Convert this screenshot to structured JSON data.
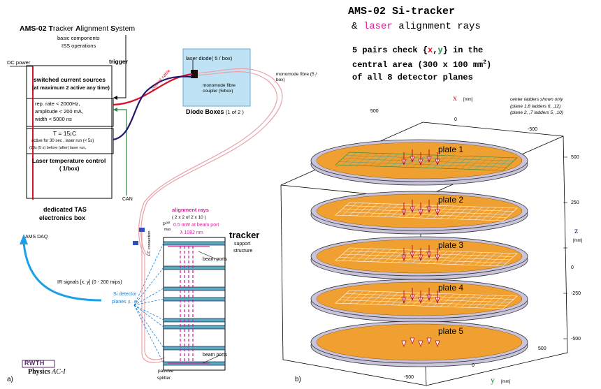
{
  "left": {
    "system_title": {
      "prefix": "AMS-02 ",
      "t1": "T",
      "t2": "racker ",
      "a1": "A",
      "a2": "lignment ",
      "s1": "S",
      "s2": "ystem"
    },
    "subtitle1": "basic components",
    "subtitle2": "ISS operations",
    "trigger": "trigger",
    "dc_power": "DC power",
    "current_sources_title": "switched current sources",
    "current_sources_sub": "(at maximum 2 active any time)",
    "rep_rate": "rep. rate < 2000Hz,",
    "amplitude": "amplitude < 200 mA,",
    "width": "width < 5000 ns",
    "temp_setpoint": "T = 15¡C",
    "active_line": "active for 30 sec , laser run (< 5s)",
    "before_after": "(20s (5 s) before (after) laser run,",
    "temp_control_title": "Laser temperature control",
    "temp_control_sub": "( 1/box)",
    "coaxial_cable": "coaxial cable",
    "laser_diode": "laser diode( 5 / box)",
    "monomode_coupler": "monomode fibre coupler (5/box)",
    "diode_boxes": "Diode Boxes",
    "diode_boxes_count": "(1 of 2 )",
    "monomode_fibre": "monomode fibre (5 / box)",
    "can": "CAN",
    "tas_box_line1": "dedicated TAS",
    "tas_box_line2": "electronics box",
    "ams_daq": "AMS DAQ",
    "alignment_rays": "alignment rays",
    "alignment_rays_sub": "( 2 x 2 of 2 x 10 )",
    "popt": "P",
    "popt_sup": "opt",
    "popt_sub": "max",
    "power": "0.5 mW at beam port",
    "wavelength": "λ 1082 nm",
    "fc_connection": "FC connection",
    "tracker": "tracker",
    "support": "support",
    "structure": "structure",
    "beam_ports_top": "beam ports",
    "beam_ports_bottom": "beam ports",
    "ir_signals": "IR signals [x, y]  (0 - 200 mips)",
    "si_detector": "Si detector",
    "planes": "planes",
    "planes_range": "(1 - 8)",
    "passive": "passive",
    "splitter": "splitter",
    "rwth": "RWTH",
    "physics": "Physics",
    "physics_ac": "AC-I",
    "panel_a": "a)"
  },
  "right": {
    "title": "AMS-02 Si-tracker",
    "subtitle_amp": "& ",
    "subtitle_laser": "laser",
    "subtitle_rest": " alignment rays",
    "check_line1_pre": "5 pairs check {",
    "check_x": "x",
    "check_comma": ",",
    "check_y": "y",
    "check_line1_post": "} in the",
    "check_line2": "central area (300 x 100 mm",
    "check_line2_sup": "2",
    "check_line2_end": ")",
    "check_line3": "of all 8 detector planes",
    "x_axis": "x",
    "x_unit": "[mm]",
    "y_axis": "y",
    "y_unit": "[mm]",
    "z_axis": "z",
    "z_unit": "[mm]",
    "note1": "center ladders shown only",
    "note2": "(plane 1,8   ladders 6, ,12)",
    "note3": "(plane 2, ,7 ladders 5, ,10)",
    "x_ticks": [
      "500",
      "0",
      "-500"
    ],
    "y_ticks": [
      "500",
      "0",
      "-500"
    ],
    "z_ticks": [
      "500",
      "250",
      "0",
      "-250",
      "-500"
    ],
    "plates": [
      "plate 1",
      "plate 2",
      "plate 3",
      "plate 4",
      "plate 5"
    ],
    "panel_b": "b)"
  },
  "colors": {
    "red": "#d4122a",
    "navy": "#25186e",
    "pink": "#e8a0a8",
    "diode_fill": "#bfe3f5",
    "blue_text": "#1a7fd4",
    "magenta": "#d62497",
    "green": "#1d8a3c",
    "orange": "#f0a030",
    "plate_rim": "#c9c4dc"
  }
}
